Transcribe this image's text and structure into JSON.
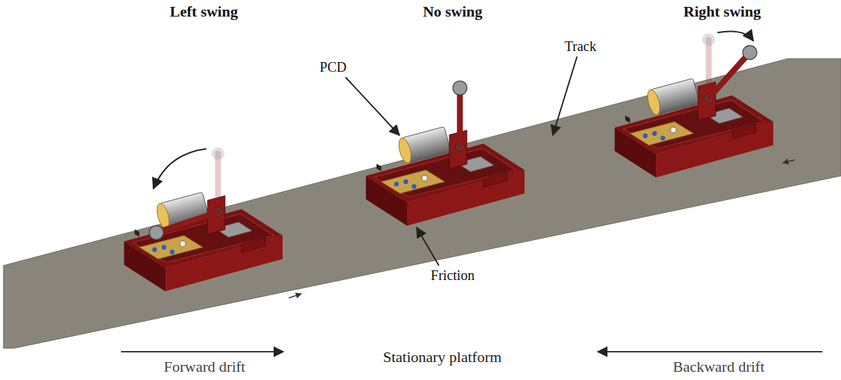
{
  "diagram": {
    "labels": [
      "Left swing",
      "No swing",
      "Right swing",
      "PCD",
      "Track",
      "Friction",
      "Forward drift",
      "Stationary platform",
      "Backward drift"
    ]
  }
}
